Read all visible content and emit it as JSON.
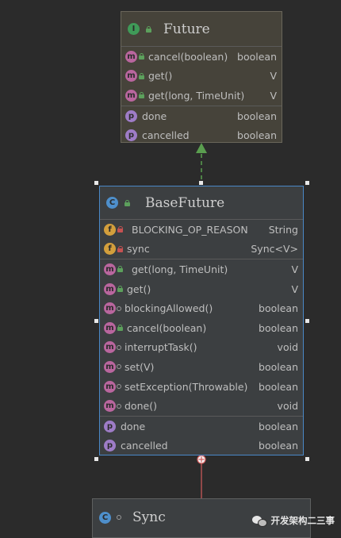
{
  "future": {
    "badge": "I",
    "title": "Future",
    "methods": [
      {
        "name": "cancel(boolean)",
        "type": "boolean",
        "badge": "m",
        "vis": "public"
      },
      {
        "name": "get()",
        "type": "V",
        "badge": "m",
        "vis": "public"
      },
      {
        "name": "get(long, TimeUnit)",
        "type": "V",
        "badge": "m",
        "vis": "public"
      }
    ],
    "properties": [
      {
        "name": "done",
        "type": "boolean",
        "badge": "p"
      },
      {
        "name": "cancelled",
        "type": "boolean",
        "badge": "p"
      }
    ]
  },
  "base_future": {
    "badge": "C",
    "title": "BaseFuture",
    "fields": [
      {
        "name": "BLOCKING_OP_REASON",
        "type": "String",
        "badge": "f",
        "vis": "private"
      },
      {
        "name": "sync",
        "type": "Sync<V>",
        "badge": "f",
        "vis": "private"
      }
    ],
    "methods": [
      {
        "name": "get(long, TimeUnit)",
        "type": "V",
        "badge": "m",
        "vis": "public"
      },
      {
        "name": "get()",
        "type": "V",
        "badge": "m",
        "vis": "public"
      },
      {
        "name": "blockingAllowed()",
        "type": "boolean",
        "badge": "m",
        "vis": "package"
      },
      {
        "name": "cancel(boolean)",
        "type": "boolean",
        "badge": "m",
        "vis": "public"
      },
      {
        "name": "interruptTask()",
        "type": "void",
        "badge": "m",
        "vis": "package"
      },
      {
        "name": "set(V)",
        "type": "boolean",
        "badge": "m",
        "vis": "package"
      },
      {
        "name": "setException(Throwable)",
        "type": "boolean",
        "badge": "m",
        "vis": "package"
      },
      {
        "name": "done()",
        "type": "void",
        "badge": "m",
        "vis": "package"
      }
    ],
    "properties": [
      {
        "name": "done",
        "type": "boolean",
        "badge": "p"
      },
      {
        "name": "cancelled",
        "type": "boolean",
        "badge": "p"
      }
    ]
  },
  "sync": {
    "badge": "C",
    "title": "Sync"
  },
  "colors": {
    "implements_arrow": "#5a9e4f",
    "nested_link": "#d45d5d",
    "selection": "#4a88c7"
  },
  "watermark": {
    "text": "开发架构二三事",
    "icon": "wechat-icon"
  }
}
